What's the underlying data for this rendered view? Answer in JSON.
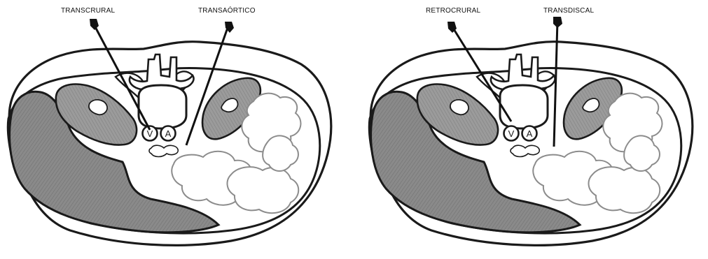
{
  "panels": [
    {
      "id": "left",
      "needle_labels": [
        "TRANSCRURAL",
        "TRANSAÓRTICO"
      ]
    },
    {
      "id": "right",
      "needle_labels": [
        "RETROCRURAL",
        "TRANSDISCAL"
      ]
    }
  ],
  "vessel_labels": {
    "vein": "V",
    "aorta": "A"
  },
  "colors": {
    "outline": "#1a1a1a",
    "muscle_fill": "#8a8a8a",
    "liver_fill": "#7e7e7e",
    "kidney_fill": "#9a9a9a",
    "bowel_stroke": "#8c8c8c",
    "paper": "#ffffff"
  }
}
